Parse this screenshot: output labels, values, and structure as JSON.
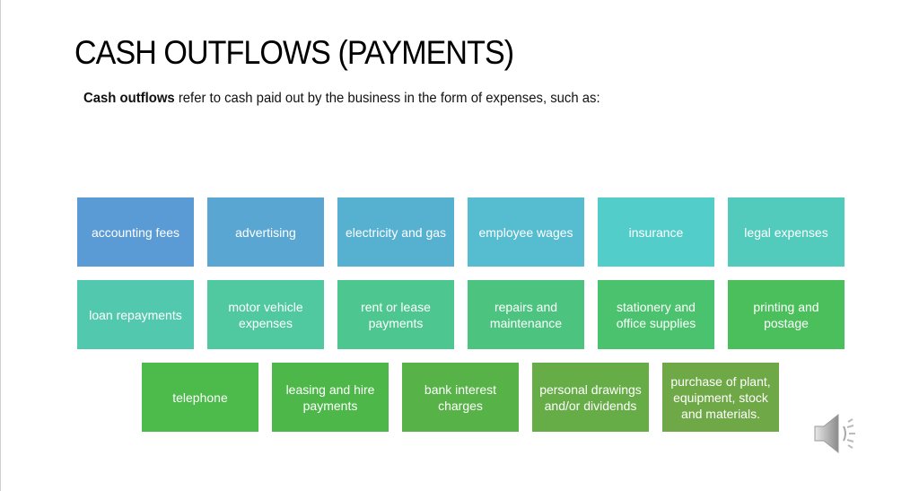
{
  "title": "CASH OUTFLOWS (PAYMENTS)",
  "intro": {
    "bold": "Cash outflows",
    "rest": " refer to cash paid out by the business in the form of expenses, such as:"
  },
  "items": [
    {
      "label": "accounting fees",
      "color": "#5b9bd5"
    },
    {
      "label": "advertising",
      "color": "#59a6d2"
    },
    {
      "label": "electricity and gas",
      "color": "#56b1d0"
    },
    {
      "label": "employee wages",
      "color": "#55bdcf"
    },
    {
      "label": "insurance",
      "color": "#52cdc9"
    },
    {
      "label": "legal expenses",
      "color": "#52cbbd"
    },
    {
      "label": "loan repayments",
      "color": "#52c9ae"
    },
    {
      "label": "motor vehicle expenses",
      "color": "#50c8a0"
    },
    {
      "label": "rent or lease payments",
      "color": "#4ec690"
    },
    {
      "label": "repairs and maintenance",
      "color": "#4cc47f"
    },
    {
      "label": "stationery and office supplies",
      "color": "#4bc26d"
    },
    {
      "label": "printing and postage",
      "color": "#4abf5b"
    },
    {
      "label": "telephone",
      "color": "#4cbb4b"
    },
    {
      "label": "leasing and hire payments",
      "color": "#4db849"
    },
    {
      "label": "bank interest charges",
      "color": "#57b247"
    },
    {
      "label": "personal drawings and/or dividends",
      "color": "#66ad47"
    },
    {
      "label": "purchase of plant, equipment, stock and materials.",
      "color": "#6fa846"
    }
  ],
  "icons": {
    "audio": "speaker-icon"
  }
}
